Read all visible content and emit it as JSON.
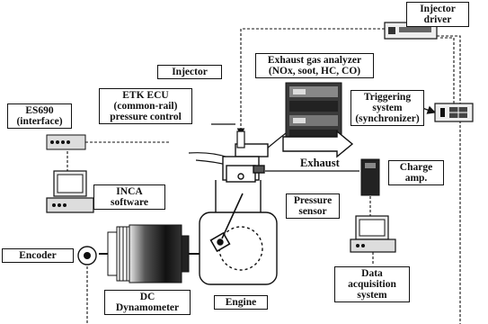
{
  "labels": {
    "injector_driver": [
      "Injector",
      "driver"
    ],
    "exhaust_gas_analyzer": [
      "Exhaust gas analyzer",
      "(NOx, soot, HC, CO)"
    ],
    "injector": "Injector",
    "etk_ecu": [
      "ETK ECU",
      "(common-rail)",
      "pressure control"
    ],
    "es690": [
      "ES690",
      "(interface)"
    ],
    "triggering_system": [
      "Triggering",
      "system",
      "(synchronizer)"
    ],
    "exhaust": "Exhaust",
    "charge_amp": [
      "Charge",
      "amp."
    ],
    "inca_software": [
      "INCA",
      "software"
    ],
    "pressure_sensor": [
      "Pressure",
      "sensor"
    ],
    "encoder": "Encoder",
    "dc_dynamometer": [
      "DC",
      "Dynamometer"
    ],
    "engine": "Engine",
    "data_acquisition": [
      "Data",
      "acquisition",
      "system"
    ]
  }
}
